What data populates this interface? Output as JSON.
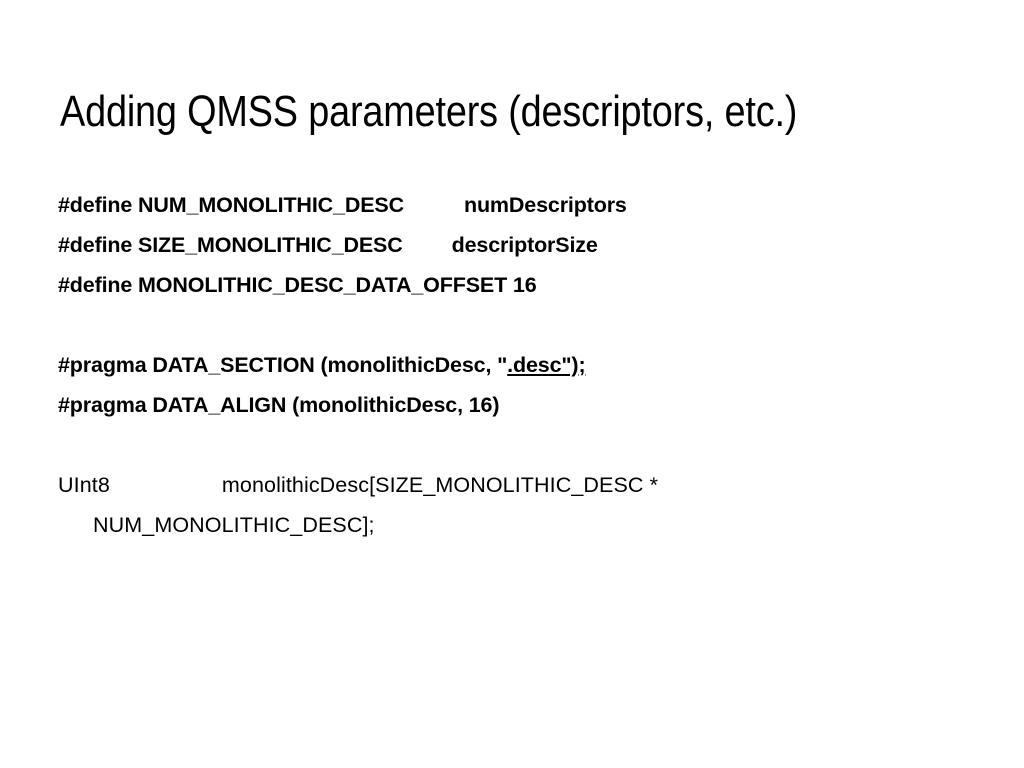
{
  "slide": {
    "title": "Adding QMSS parameters (descriptors, etc.)",
    "background_color": "#ffffff",
    "text_color": "#000000"
  },
  "body": {
    "lines": [
      {
        "id": "define-num-monolithic-desc",
        "style": "bold",
        "directive": "#define NUM_MONOLITHIC_DESC",
        "value": "numDescriptors",
        "full_text": "#define NUM_MONOLITHIC_DESC        numDescriptors"
      },
      {
        "id": "define-size-monolithic-desc",
        "style": "bold",
        "directive": "#define SIZE_MONOLITHIC_DESC",
        "value": "descriptorSize",
        "full_text": "#define SIZE_MONOLITHIC_DESC      descriptorSize"
      },
      {
        "id": "define-monolithic-desc-data-offset",
        "style": "bold",
        "directive": "#define MONOLITHIC_DESC_DATA_OFFSET",
        "value": "16",
        "full_text": "#define MONOLITHIC_DESC_DATA_OFFSET 16"
      },
      {
        "id": "blank-1",
        "style": "blank",
        "full_text": ""
      },
      {
        "id": "pragma-data-section",
        "style": "bold",
        "plain_part": "#pragma DATA_SECTION (monolithicDesc, \"",
        "underlined_part": ".desc\");",
        "full_text": "#pragma DATA_SECTION (monolithicDesc, \".desc\");"
      },
      {
        "id": "pragma-data-align",
        "style": "bold",
        "full_text": "#pragma DATA_ALIGN (monolithicDesc, 16)"
      },
      {
        "id": "blank-2",
        "style": "blank",
        "full_text": ""
      },
      {
        "id": "uint8-declaration",
        "style": "regular-wrapped",
        "type_name": "UInt8",
        "declaration": "monolithicDesc[SIZE_MONOLITHIC_DESC * NUM_MONOLITHIC_DESC];",
        "full_text": "UInt8            monolithicDesc[SIZE_MONOLITHIC_DESC * NUM_MONOLITHIC_DESC];"
      }
    ]
  }
}
